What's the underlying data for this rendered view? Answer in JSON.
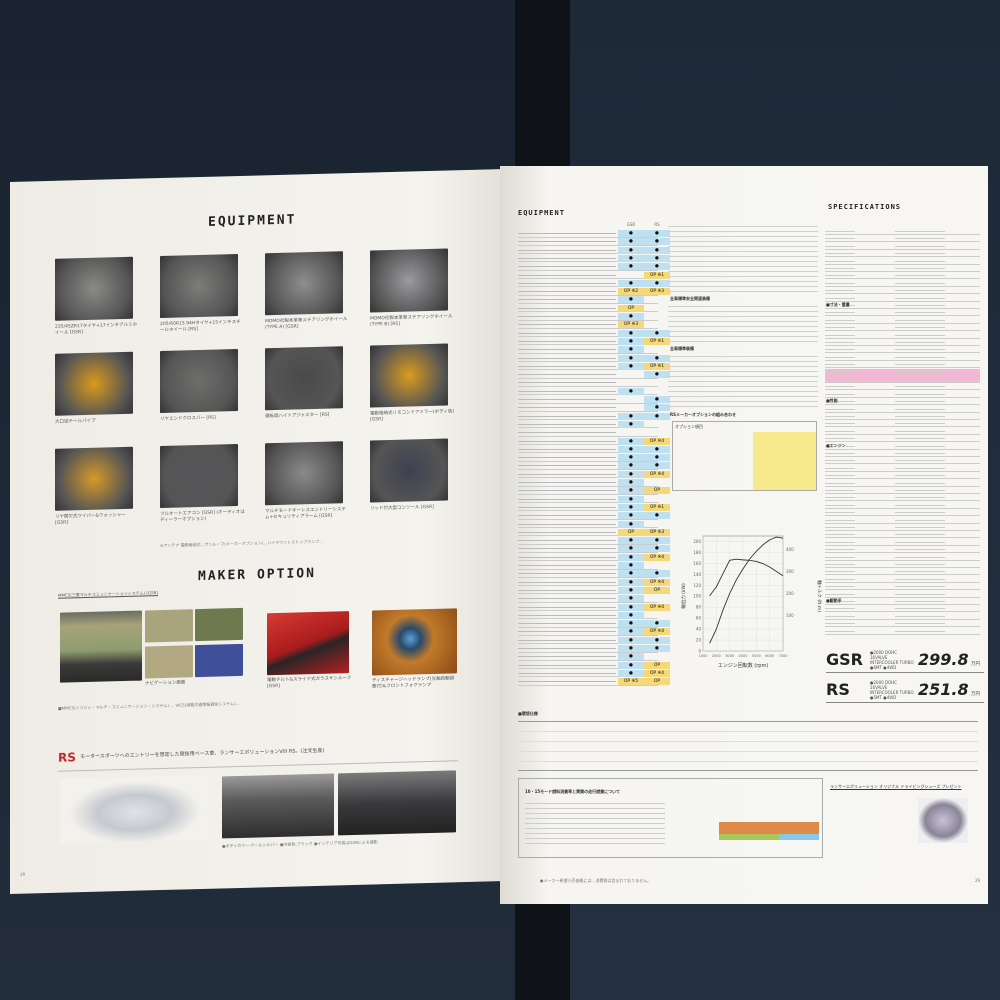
{
  "left_page": {
    "equipment_title": "EQUIPMENT",
    "equipment_items": [
      {
        "caption": "235/45ZR17タイヤ+17インチアルミホイール [GSR]",
        "tone": "#8a8a88"
      },
      {
        "caption": "205/60R15 94Hタイヤ+15インチスチールホイール [RS]",
        "tone": "#7c7c7a"
      },
      {
        "caption": "MOMO社製本革巻ステアリングホイール(TYPE A) [GSR]",
        "tone": "#8e8e90"
      },
      {
        "caption": "MOMO社製本革巻ステアリングホイール(TYPE B) [RS]",
        "tone": "#9a9aa0"
      },
      {
        "caption": "大口径テールパイプ",
        "tone": "#d99a1c"
      },
      {
        "caption": "リヤエンドクロスバー [RS]",
        "tone": "#6e6e6c"
      },
      {
        "caption": "運転席ハイトアジャスター [RS]",
        "tone": "#4a4a4c"
      },
      {
        "caption": "電動格納式リモコンドアミラー(ボディ色) [GSR]",
        "tone": "#d89c1e"
      },
      {
        "caption": "リヤ間欠式ワイパー&ウォッシャー [GSR]",
        "tone": "#d49a28"
      },
      {
        "caption": "フルオートエアコン [GSR] (オーディオはディーラーオプション)",
        "tone": "#55555a"
      },
      {
        "caption": "マルチモードキーレスエントリーシステム+セキュリティアラーム [GSR]",
        "tone": "#8a8a8c"
      },
      {
        "caption": "リッド付大型コンソール [GSR]",
        "tone": "#3e4150"
      }
    ],
    "equipment_note": "※アンテナ 電動格納式…サンルーフ(メーカーオプション)…ハイマウントストップランプ…",
    "maker_option_title": "MAKER OPTION",
    "nav_heading": "MMCS(三菱マルチコミュニケーションシステム) [GSR]",
    "maker_items": [
      {
        "caption": "ナビゲーション画面",
        "tone": "#8a8f6a"
      },
      {
        "caption": "電動チルト&スライド式ガラスサンルーフ [GSR]",
        "tone": "#c8282a"
      },
      {
        "caption": "ディスチャージヘッドランプ(光軸自動調整付)&フロントフォグランプ",
        "tone": "#c9782a"
      }
    ],
    "maker_note": "■MMCS(ミツビシ・マルチ・コミュニケーション・システム) … VICS(道路交通情報通信システム)…",
    "rs_label": "RS",
    "rs_heading": "モータースポーツへのエントリーを想定した競技用ベース車、ランサーエボリューションVIII RS。(注文生産)",
    "rs_caption": "●ボディカラー:クールシルバー ●内装色:ブラック ●インテリア写真はGSRによる撮影",
    "page_number": "28"
  },
  "right_page": {
    "equipment_title": "EQUIPMENT",
    "table_headers": [
      "GSR",
      "RS"
    ],
    "table_rows": [
      [
        "●",
        "●"
      ],
      [
        "●",
        "●"
      ],
      [
        "●",
        "●"
      ],
      [
        "●",
        "●"
      ],
      [
        "●",
        "●"
      ],
      [
        "",
        "OP ※1"
      ],
      [
        "●",
        "●"
      ],
      [
        "OP ※2",
        "OP ※3"
      ],
      [
        "●",
        ""
      ],
      [
        "OP",
        ""
      ],
      [
        "●",
        ""
      ],
      [
        "OP ※3",
        ""
      ],
      [
        "●",
        "●"
      ],
      [
        "●",
        "OP ※1"
      ],
      [
        "●",
        ""
      ],
      [
        "●",
        "●"
      ],
      [
        "●",
        "OP ※1"
      ],
      [
        "",
        "●"
      ],
      [
        "",
        ""
      ],
      [
        "●",
        ""
      ],
      [
        "",
        "●"
      ],
      [
        "",
        "●"
      ],
      [
        "●",
        "●"
      ],
      [
        "●",
        ""
      ],
      [
        "",
        ""
      ],
      [
        "●",
        "OP ※4"
      ],
      [
        "●",
        "●"
      ],
      [
        "●",
        "●"
      ],
      [
        "●",
        "●"
      ],
      [
        "●",
        "OP ※4"
      ],
      [
        "●",
        ""
      ],
      [
        "●",
        "OP"
      ],
      [
        "●",
        ""
      ],
      [
        "●",
        "OP ※1"
      ],
      [
        "●",
        "●"
      ],
      [
        "●",
        ""
      ],
      [
        "OP",
        "OP ※3"
      ],
      [
        "●",
        "●"
      ],
      [
        "●",
        "●"
      ],
      [
        "●",
        "OP ※4"
      ],
      [
        "●",
        ""
      ],
      [
        "●",
        "●"
      ],
      [
        "●",
        "OP ※4"
      ],
      [
        "●",
        "OP"
      ],
      [
        "●",
        ""
      ],
      [
        "●",
        "OP ※4"
      ],
      [
        "●",
        ""
      ],
      [
        "●",
        "●"
      ],
      [
        "●",
        "OP ※4"
      ],
      [
        "●",
        "●"
      ],
      [
        "●",
        "●"
      ],
      [
        "●",
        ""
      ],
      [
        "●",
        "OP"
      ],
      [
        "●",
        "OP ※4"
      ],
      [
        "OP ※5",
        "OP"
      ]
    ],
    "safety_heading": "全車標準安全関連装備",
    "standard_heading": "全車標準装備",
    "rs_option_heading": "RSメーカーオプションの組み合わせ",
    "rs_option_col": "オプション項目",
    "chart_ylabel": "軸出力 (kW)",
    "chart_y2label": "軸トルク (N·m)",
    "chart_xlabel": "エンジン回転数 (rpm)",
    "env_heading": "■環境仕様",
    "fuel_heading": "10・15モード燃料消費率と実際の走行燃費について",
    "present_title": "ランサーエボリューション オリジナル ドライビングシューズ プレゼント",
    "specs_title": "SPECIFICATIONS",
    "spec_sections": [
      "■寸法・重量",
      "■性能",
      "■エンジン",
      "■駆動系"
    ],
    "highlight_color": "#f2b8d4",
    "prices": [
      {
        "grade": "GSR",
        "engine": "●2000 DOHC 16VALVE INTERCOOLER TURBO ●6MT ●4WD",
        "price": "299.8",
        "unit": "万円"
      },
      {
        "grade": "RS",
        "engine": "●2000 DOHC 16VALVE INTERCOOLER TURBO ●5MT ●4WD",
        "price": "251.8",
        "unit": "万円"
      }
    ],
    "footnote": "●メーカー希望小売価格には…消費税は含まれておりません。",
    "page_number": "29"
  },
  "chart_data": {
    "type": "line",
    "xlabel": "エンジン回転数 (rpm)",
    "ylabel": "軸出力 (kW)",
    "y2label": "軸トルク (N·m)",
    "x_ticks": [
      1000,
      2000,
      3000,
      4000,
      5000,
      6000,
      7000
    ],
    "y_ticks": [
      0,
      20,
      40,
      60,
      80,
      100,
      120,
      140,
      160,
      180,
      200
    ],
    "y2_ticks": [
      100,
      200,
      300,
      400
    ],
    "xlim": [
      1000,
      7000
    ],
    "ylim": [
      0,
      210
    ],
    "y2lim": [
      -60,
      460
    ],
    "grid": true,
    "series": [
      {
        "axis": "left",
        "x": [
          1500,
          2000,
          2500,
          3000,
          3500,
          4000,
          4500,
          5000,
          5500,
          6000,
          6500,
          7000
        ],
        "values": [
          14,
          40,
          75,
          105,
          130,
          150,
          168,
          182,
          194,
          203,
          208,
          206
        ]
      },
      {
        "axis": "right",
        "x": [
          1500,
          2000,
          2500,
          3000,
          3500,
          4000,
          4500,
          5000,
          5500,
          6000,
          6500,
          7000
        ],
        "values": [
          190,
          230,
          290,
          350,
          355,
          352,
          350,
          345,
          335,
          320,
          300,
          280
        ]
      }
    ]
  }
}
